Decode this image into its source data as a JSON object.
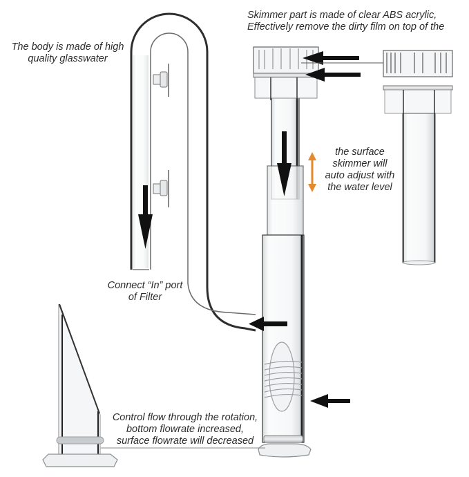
{
  "title": "Aquarium lily pipe with surface skimmer — feature diagram",
  "annotations": {
    "body_material": [
      "The body is made of high",
      "quality glasswater"
    ],
    "skimmer_material": [
      "Skimmer part is made of clear ABS acrylic,",
      "Effectively remove the dirty film on top of the"
    ],
    "auto_adjust": [
      "the surface",
      "skimmer will",
      "auto adjust with",
      "the water level"
    ],
    "inlet_port": [
      "Connect “In” port",
      "of Filter"
    ],
    "flow_control": [
      "Control flow through the rotation,",
      "bottom flowrate increased,",
      "surface flowrate will decreased"
    ]
  },
  "colors": {
    "glass_outline": "#3a3a3a",
    "glass_fill": "#f4f6f7",
    "arrow": "#111111",
    "adjust_arrow": "#e58a2b",
    "text": "#2b2b2b"
  },
  "icons": {
    "flow_arrow": "arrow-icon",
    "adjust_arrow": "double-arrow-icon"
  }
}
